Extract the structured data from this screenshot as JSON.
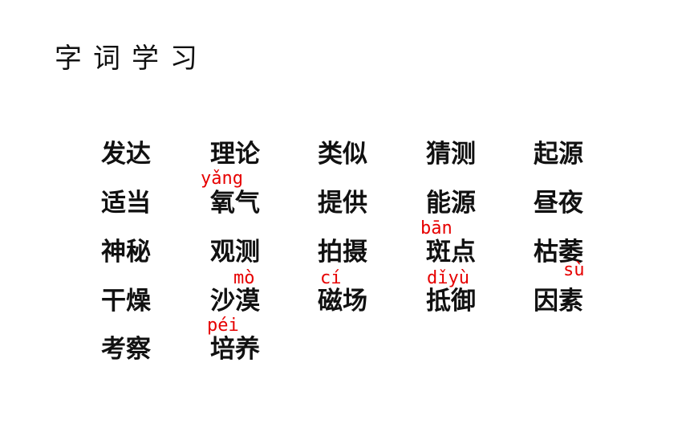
{
  "title": "字词学习",
  "colors": {
    "text": "#111111",
    "pinyin": "#e60000",
    "background": "#ffffff"
  },
  "words": [
    [
      "发达",
      "理论",
      "类似",
      "猜测",
      "起源"
    ],
    [
      "适当",
      "氧气",
      "提供",
      "能源",
      "昼夜"
    ],
    [
      "神秘",
      "观测",
      "拍摄",
      "斑点",
      "枯萎"
    ],
    [
      "干燥",
      "沙漠",
      "磁场",
      "抵御",
      "因素"
    ],
    [
      "考察",
      "培养"
    ]
  ],
  "pinyin": {
    "yang": "yǎng",
    "ban": "bān",
    "wei": "sù",
    "mo": "mò",
    "ci": "cí",
    "diyu": "dǐyù",
    "pei": "péi"
  }
}
